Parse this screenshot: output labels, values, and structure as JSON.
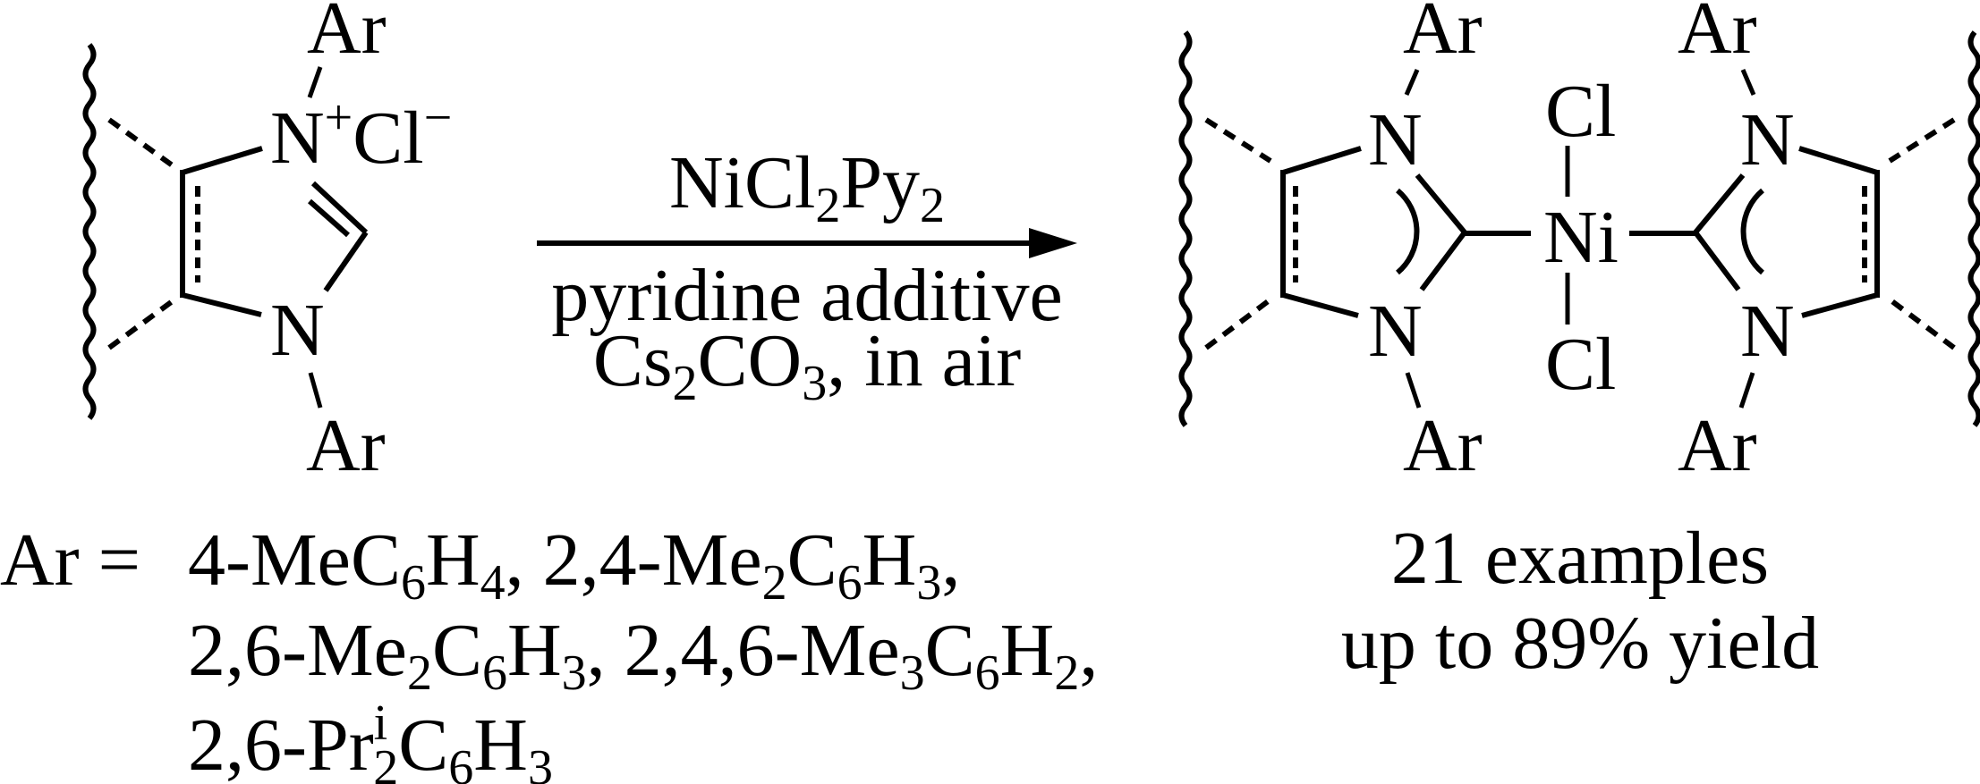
{
  "reactant": {
    "ar_top": "Ar",
    "n_plus": "N",
    "plus": "+",
    "counterion": "Cl",
    "minus": "−",
    "n_lower": "N",
    "ar_bottom": "Ar"
  },
  "conditions": {
    "reagent": {
      "a": "NiCl",
      "a_sub": "2",
      "b": "Py",
      "b_sub": "2"
    },
    "additive": "pyridine additive",
    "base": {
      "a": "Cs",
      "a_sub": "2",
      "b": "CO",
      "b_sub": "3",
      "c": ", in air"
    }
  },
  "product": {
    "left_ar_top": "Ar",
    "left_n_top": "N",
    "left_n_bottom": "N",
    "left_ar_bottom": "Ar",
    "cl_top": "Cl",
    "metal": "Ni",
    "cl_bottom": "Cl",
    "right_ar_top": "Ar",
    "right_n_top": "N",
    "right_n_bottom": "N",
    "right_ar_bottom": "Ar"
  },
  "ar_definition": {
    "label": "Ar =",
    "line1": [
      "4-MeC",
      "6",
      "H",
      "4",
      ", 2,4-Me",
      "2",
      "C",
      "6",
      "H",
      "3",
      ","
    ],
    "line2": [
      "2,6-Me",
      "2",
      "C",
      "6",
      "H",
      "3",
      ", 2,4,6-Me",
      "3",
      "C",
      "6",
      "H",
      "2",
      ","
    ],
    "line3": {
      "a": "2,6-Pr",
      "sup": "i",
      "sub": "2",
      "b": "C",
      "b_sub": "6",
      "c": "H",
      "c_sub": "3"
    }
  },
  "summary": {
    "examples": "21 examples",
    "yield": "up to 89% yield"
  }
}
